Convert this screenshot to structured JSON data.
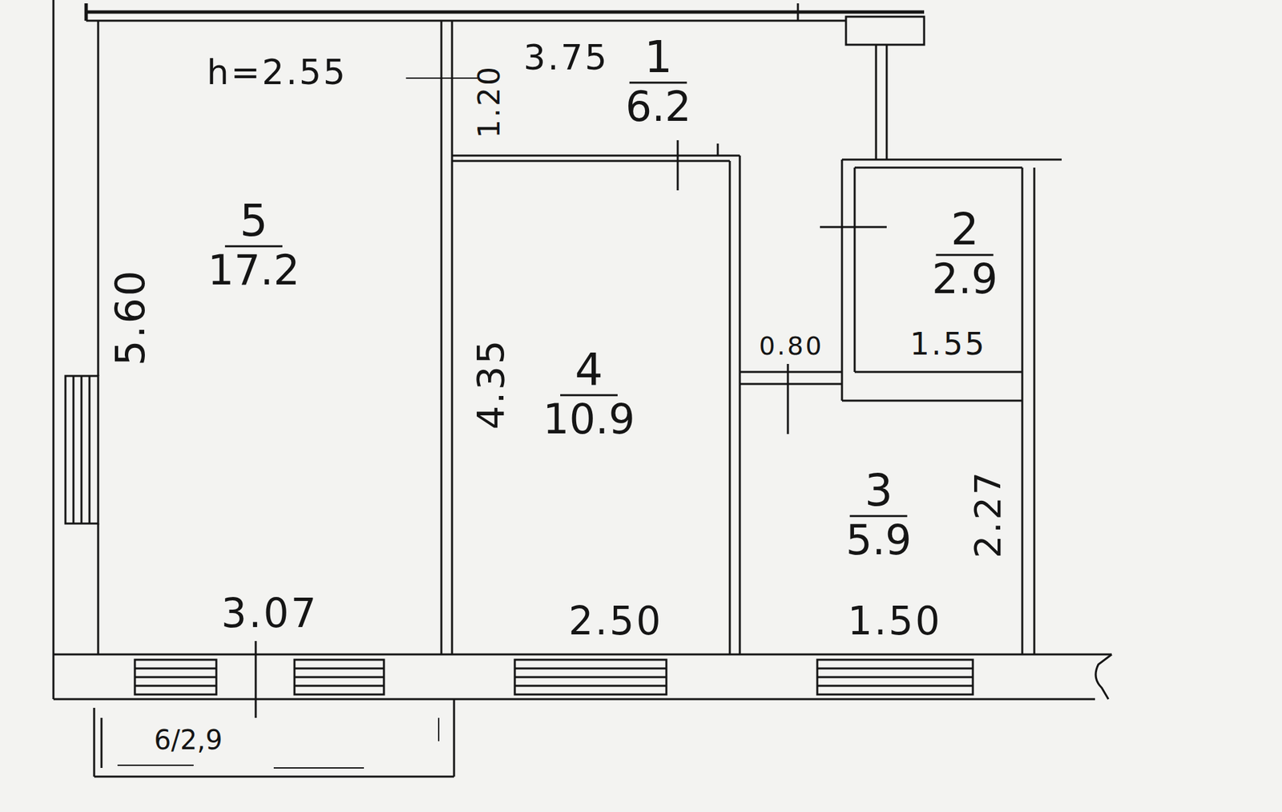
{
  "diagram": {
    "nodes": [
      {
        "text": [
          "1",
          "6.2"
        ]
      },
      {
        "text": [
          "2",
          "2.9"
        ]
      },
      {
        "text": [
          "5",
          "17.2"
        ]
      },
      {
        "text": [
          "4",
          "10.9"
        ]
      },
      {
        "text": [
          "3",
          "5.9"
        ]
      },
      {
        "text": [
          "6/2,9"
        ]
      }
    ],
    "labels": [
      "h=2.55",
      "3.75",
      "1.20",
      "5.60",
      "3.07",
      "4.35",
      "2.50",
      "0.80",
      "1.55",
      "2.27",
      "1.50"
    ]
  }
}
